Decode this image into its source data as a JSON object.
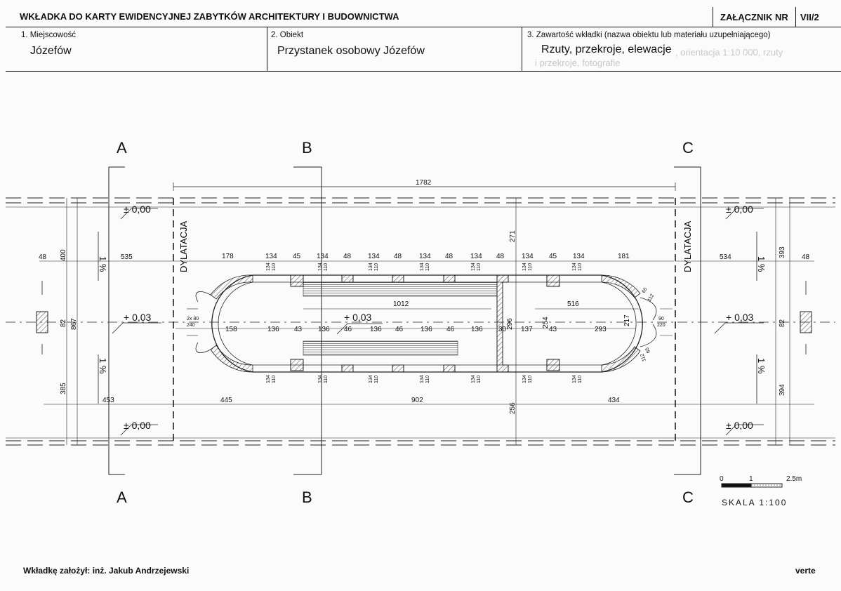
{
  "header": {
    "title": "WKŁADKA DO KARTY EWIDENCYJNEJ ZABYTKÓW ARCHITEKTURY I BUDOWNICTWA",
    "annex_label": "ZAŁĄCZNIK NR",
    "annex_number": "VII/2"
  },
  "fields": {
    "locality_label": "1. Miejscowość",
    "locality_value": "Józefów",
    "object_label": "2. Obiekt",
    "object_value": "Przystanek osobowy Józefów",
    "content_label": "3. Zawartość wkładki (nazwa obiektu lub materiału uzupełniającego)",
    "content_value": "Rzuty, przekroje, elewacje",
    "content_faded_1": ", orientacja 1:10 000, rzuty",
    "content_faded_2": "i przekroje, fotografie"
  },
  "drawing": {
    "section_letters": [
      "A",
      "B",
      "C"
    ],
    "expansion_joint": "DYLATACJA",
    "level_top_left": "± 0,00",
    "level_mid_left": "+ 0,03",
    "level_bot_left": "± 0,00",
    "level_top_right": "± 0,00",
    "level_mid_right": "+ 0,03",
    "level_bot_right": "± 0,00",
    "level_center": "+ 0,03",
    "slope": "1 %",
    "dims": {
      "overall": "1782",
      "top_left_48": "48",
      "left_535": "535",
      "left_400": "400",
      "left_82": "82",
      "left_867": "867",
      "left_385": "385",
      "left_453": "453",
      "bot_445": "445",
      "bot_902": "902",
      "bot_434": "434",
      "right_534": "534",
      "right_48": "48",
      "right_393": "393",
      "right_82": "82",
      "right_394": "394",
      "top_row": [
        "178",
        "134",
        "45",
        "134",
        "48",
        "134",
        "48",
        "134",
        "48",
        "134",
        "48",
        "134",
        "45",
        "134",
        "181"
      ],
      "mid_row": [
        "158",
        "136",
        "43",
        "136",
        "46",
        "136",
        "46",
        "136",
        "46",
        "136",
        "30",
        "137",
        "43",
        "293"
      ],
      "inner_1012": "1012",
      "inner_516": "516",
      "v_271": "271",
      "v_256": "256",
      "v_296": "296",
      "v_254": "254",
      "v_217": "217",
      "door_left": "2x 80",
      "door_left_b": "240",
      "door_right": "90",
      "door_right_b": "220",
      "r65a": "65",
      "r112a": "112",
      "r65b": "65",
      "r112b": "112",
      "small_top": "134",
      "small_bot": "110"
    }
  },
  "scale": {
    "tick_0": "0",
    "tick_1": "1",
    "tick_max": "2.5m",
    "label": "SKALA  1:100"
  },
  "footer": {
    "author": "Wkładkę założył: inż. Jakub Andrzejewski",
    "verte": "verte"
  }
}
